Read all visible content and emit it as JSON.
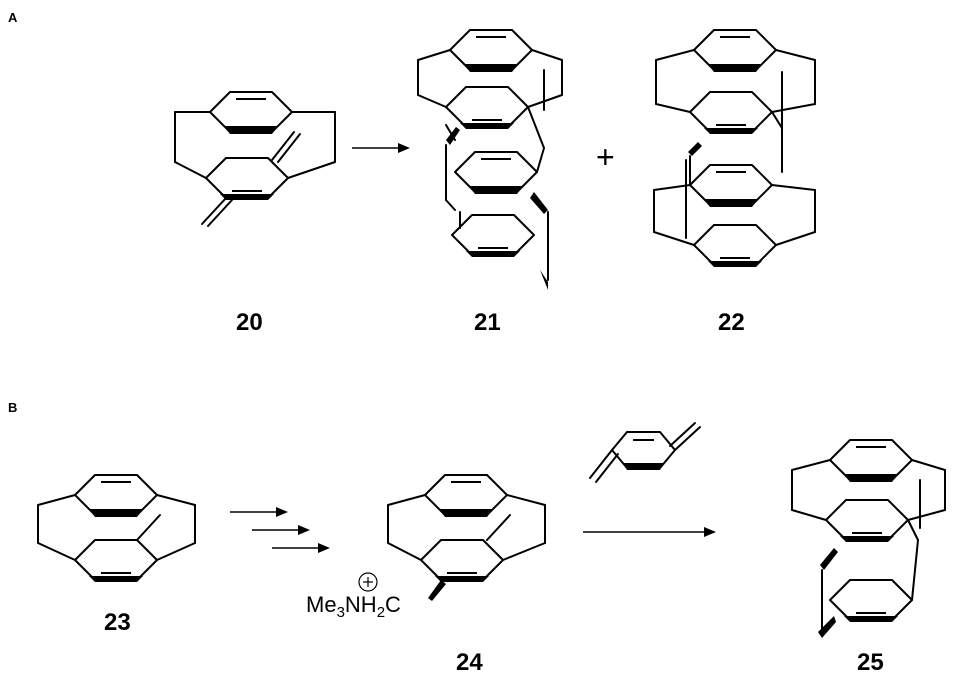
{
  "panels": [
    {
      "label": "A"
    },
    {
      "label": "B"
    }
  ],
  "compounds": {
    "c20": "20",
    "c21": "21",
    "c22": "22",
    "c23": "23",
    "c24": "24",
    "c25": "25"
  },
  "plus_sign": "+",
  "reagent_24": {
    "charge": "⊕",
    "me": "Me",
    "sub3": "3",
    "nh": "NH",
    "sub2": "2",
    "c": "C"
  }
}
